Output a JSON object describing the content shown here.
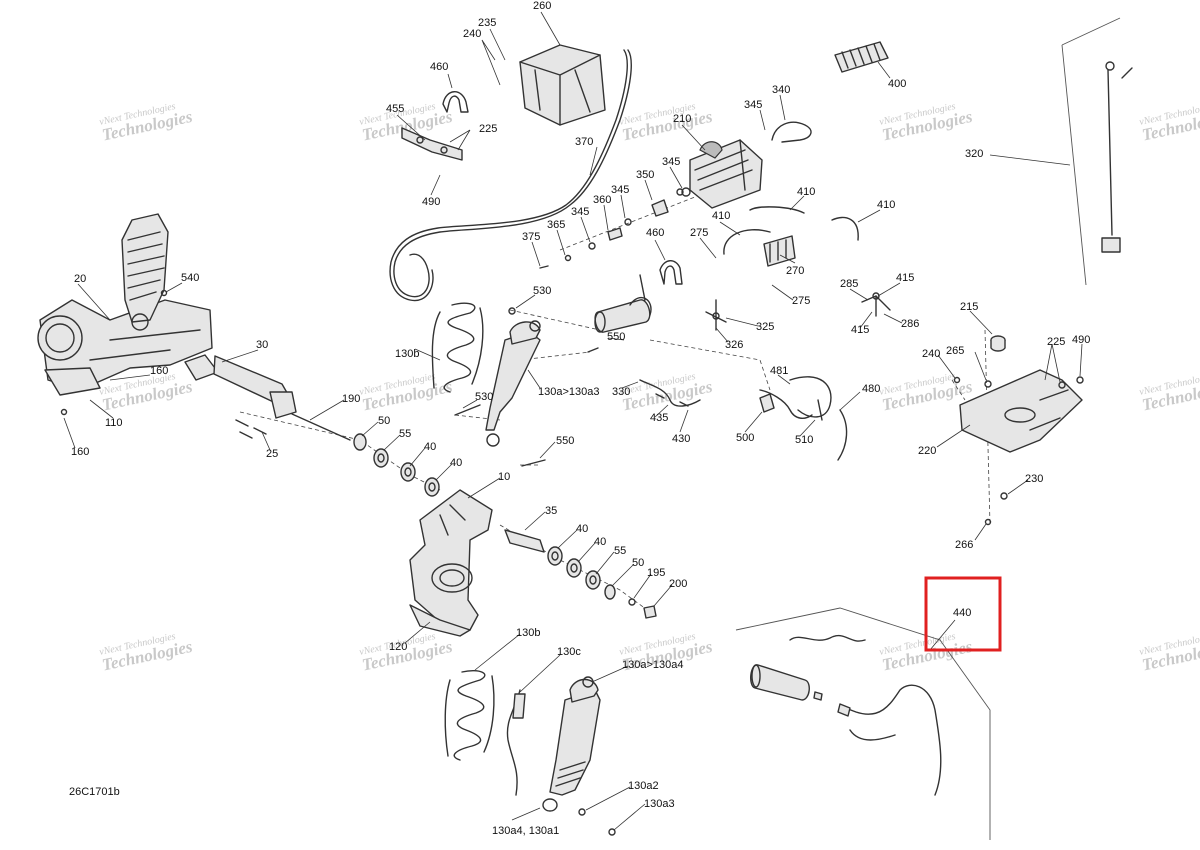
{
  "figure_code": "26C1701b",
  "watermark": {
    "line1": "vNext Technologies",
    "line2": "Technologies"
  },
  "highlight": {
    "label": "440",
    "color": "#e02020"
  },
  "callouts": [
    {
      "id": "c-235",
      "text": "235"
    },
    {
      "id": "c-240a",
      "text": "240"
    },
    {
      "id": "c-260",
      "text": "260"
    },
    {
      "id": "c-460a",
      "text": "460"
    },
    {
      "id": "c-455",
      "text": "455"
    },
    {
      "id": "c-225a",
      "text": "225"
    },
    {
      "id": "c-490a",
      "text": "490"
    },
    {
      "id": "c-370",
      "text": "370"
    },
    {
      "id": "c-210",
      "text": "210"
    },
    {
      "id": "c-345a",
      "text": "345"
    },
    {
      "id": "c-340",
      "text": "340"
    },
    {
      "id": "c-400",
      "text": "400"
    },
    {
      "id": "c-320",
      "text": "320"
    },
    {
      "id": "c-345b",
      "text": "345"
    },
    {
      "id": "c-350",
      "text": "350"
    },
    {
      "id": "c-345c",
      "text": "345"
    },
    {
      "id": "c-360",
      "text": "360"
    },
    {
      "id": "c-345d",
      "text": "345"
    },
    {
      "id": "c-365",
      "text": "365"
    },
    {
      "id": "c-375",
      "text": "375"
    },
    {
      "id": "c-410a",
      "text": "410"
    },
    {
      "id": "c-410b",
      "text": "410"
    },
    {
      "id": "c-410c",
      "text": "410"
    },
    {
      "id": "c-275a",
      "text": "275"
    },
    {
      "id": "c-270",
      "text": "270"
    },
    {
      "id": "c-275b",
      "text": "275"
    },
    {
      "id": "c-460b",
      "text": "460"
    },
    {
      "id": "c-530a",
      "text": "530"
    },
    {
      "id": "c-540",
      "text": "540"
    },
    {
      "id": "c-20",
      "text": "20"
    },
    {
      "id": "c-325",
      "text": "325"
    },
    {
      "id": "c-326",
      "text": "326"
    },
    {
      "id": "c-285",
      "text": "285"
    },
    {
      "id": "c-415a",
      "text": "415"
    },
    {
      "id": "c-415b",
      "text": "415"
    },
    {
      "id": "c-286",
      "text": "286"
    },
    {
      "id": "c-215",
      "text": "215"
    },
    {
      "id": "c-550a",
      "text": "550"
    },
    {
      "id": "c-130b-a",
      "text": "130b"
    },
    {
      "id": "c-130a-130a3",
      "text": "130a>130a3"
    },
    {
      "id": "c-30",
      "text": "30"
    },
    {
      "id": "c-160a",
      "text": "160"
    },
    {
      "id": "c-110",
      "text": "110"
    },
    {
      "id": "c-160b",
      "text": "160"
    },
    {
      "id": "c-190",
      "text": "190"
    },
    {
      "id": "c-530b",
      "text": "530"
    },
    {
      "id": "c-330",
      "text": "330"
    },
    {
      "id": "c-435",
      "text": "435"
    },
    {
      "id": "c-430",
      "text": "430"
    },
    {
      "id": "c-481",
      "text": "481"
    },
    {
      "id": "c-500",
      "text": "500"
    },
    {
      "id": "c-510",
      "text": "510"
    },
    {
      "id": "c-480",
      "text": "480"
    },
    {
      "id": "c-240b",
      "text": "240"
    },
    {
      "id": "c-265",
      "text": "265"
    },
    {
      "id": "c-225b",
      "text": "225"
    },
    {
      "id": "c-490b",
      "text": "490"
    },
    {
      "id": "c-220",
      "text": "220"
    },
    {
      "id": "c-25",
      "text": "25"
    },
    {
      "id": "c-50a",
      "text": "50"
    },
    {
      "id": "c-55a",
      "text": "55"
    },
    {
      "id": "c-40a",
      "text": "40"
    },
    {
      "id": "c-40b",
      "text": "40"
    },
    {
      "id": "c-550b",
      "text": "550"
    },
    {
      "id": "c-10",
      "text": "10"
    },
    {
      "id": "c-230",
      "text": "230"
    },
    {
      "id": "c-266",
      "text": "266"
    },
    {
      "id": "c-35",
      "text": "35"
    },
    {
      "id": "c-40c",
      "text": "40"
    },
    {
      "id": "c-40d",
      "text": "40"
    },
    {
      "id": "c-55b",
      "text": "55"
    },
    {
      "id": "c-50b",
      "text": "50"
    },
    {
      "id": "c-195",
      "text": "195"
    },
    {
      "id": "c-200",
      "text": "200"
    },
    {
      "id": "c-120",
      "text": "120"
    },
    {
      "id": "c-130b-b",
      "text": "130b"
    },
    {
      "id": "c-130c",
      "text": "130c"
    },
    {
      "id": "c-130a-130a4",
      "text": "130a>130a4"
    },
    {
      "id": "c-130a2",
      "text": "130a2"
    },
    {
      "id": "c-130a3",
      "text": "130a3"
    },
    {
      "id": "c-130a4-130a1",
      "text": "130a4, 130a1"
    }
  ]
}
